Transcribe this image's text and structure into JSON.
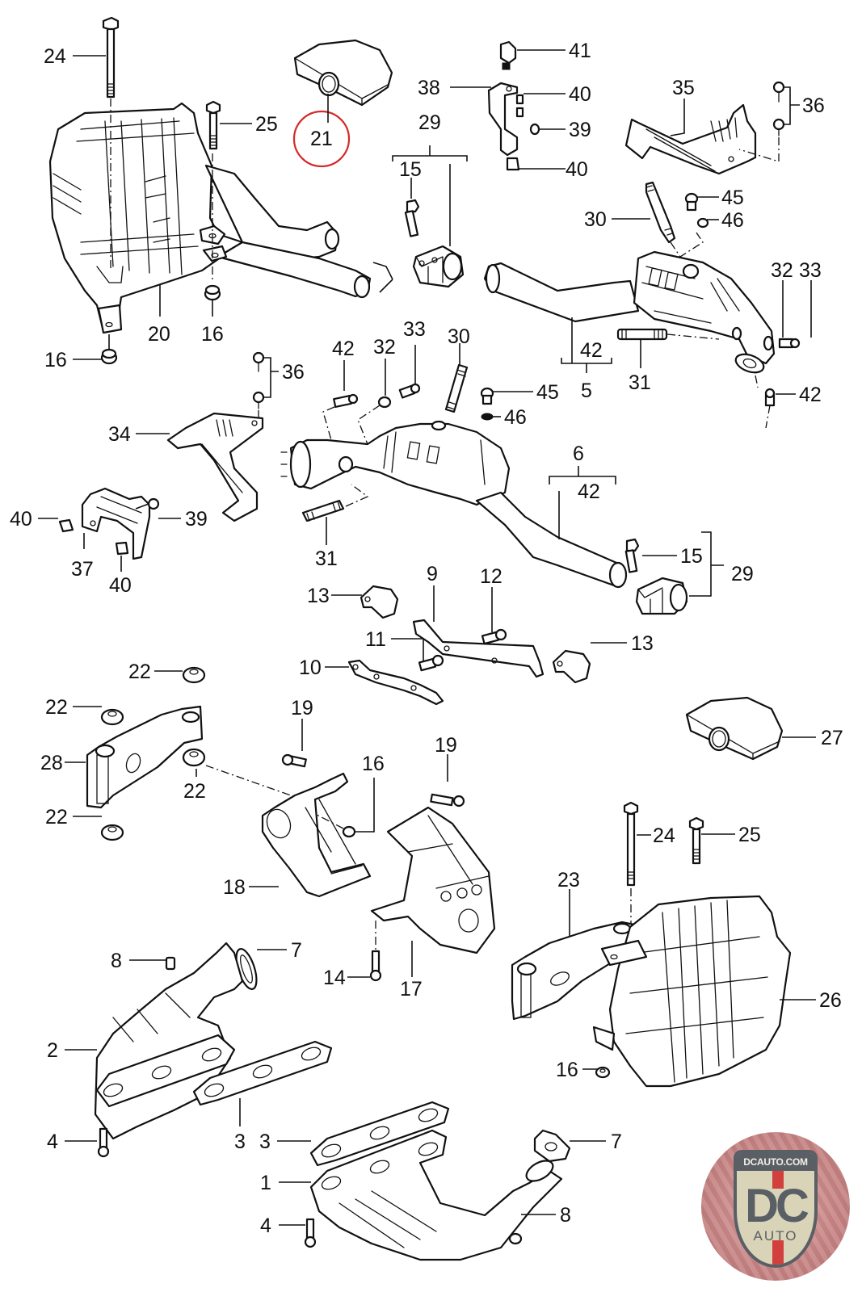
{
  "diagram": {
    "title": "Exhaust system exploded parts diagram",
    "highlight_color": "#d42a2a",
    "highlighted_callout": "21",
    "callouts": {
      "c24a": "24",
      "c25a": "25",
      "c21": "21",
      "c20": "20",
      "c16a": "16",
      "c16b": "16",
      "c29a": "29",
      "c15a": "15",
      "c41": "41",
      "c38": "38",
      "c40a": "40",
      "c39a": "39",
      "c40b": "40",
      "c35": "35",
      "c36a": "36",
      "c30a": "30",
      "c45a": "45",
      "c46a": "46",
      "c32a": "32",
      "c33a": "33",
      "c42a": "42",
      "c5": "5",
      "c31a": "31",
      "c42b": "42",
      "c36b": "36",
      "c42c": "42",
      "c32b": "32",
      "c33b": "33",
      "c30b": "30",
      "c45b": "45",
      "c46b": "46",
      "c34": "34",
      "c39b": "39",
      "c40c": "40",
      "c37": "37",
      "c40d": "40",
      "c31b": "31",
      "c6": "6",
      "c42d": "42",
      "c15b": "15",
      "c29b": "29",
      "c13a": "13",
      "c9": "9",
      "c12": "12",
      "c11": "11",
      "c10": "10",
      "c13b": "13",
      "c22a": "22",
      "c22b": "22",
      "c28": "28",
      "c22c": "22",
      "c22d": "22",
      "c19a": "19",
      "c16c": "16",
      "c19b": "19",
      "c18": "18",
      "c27": "27",
      "c24b": "24",
      "c25b": "25",
      "c23": "23",
      "c14": "14",
      "c17": "17",
      "c26": "26",
      "c8a": "8",
      "c7a": "7",
      "c2": "2",
      "c16d": "16",
      "c3a": "3",
      "c3b": "3",
      "c4a": "4",
      "c7b": "7",
      "c1": "1",
      "c8b": "8",
      "c4b": "4"
    }
  },
  "logo": {
    "site": "DCAUTO.COM",
    "monogram": "DC",
    "wordmark": "AUTO",
    "colors": {
      "shield": "#d9d3b8",
      "text": "#5a5f66",
      "stripe": "#d1403c",
      "background": "#c98686"
    }
  }
}
